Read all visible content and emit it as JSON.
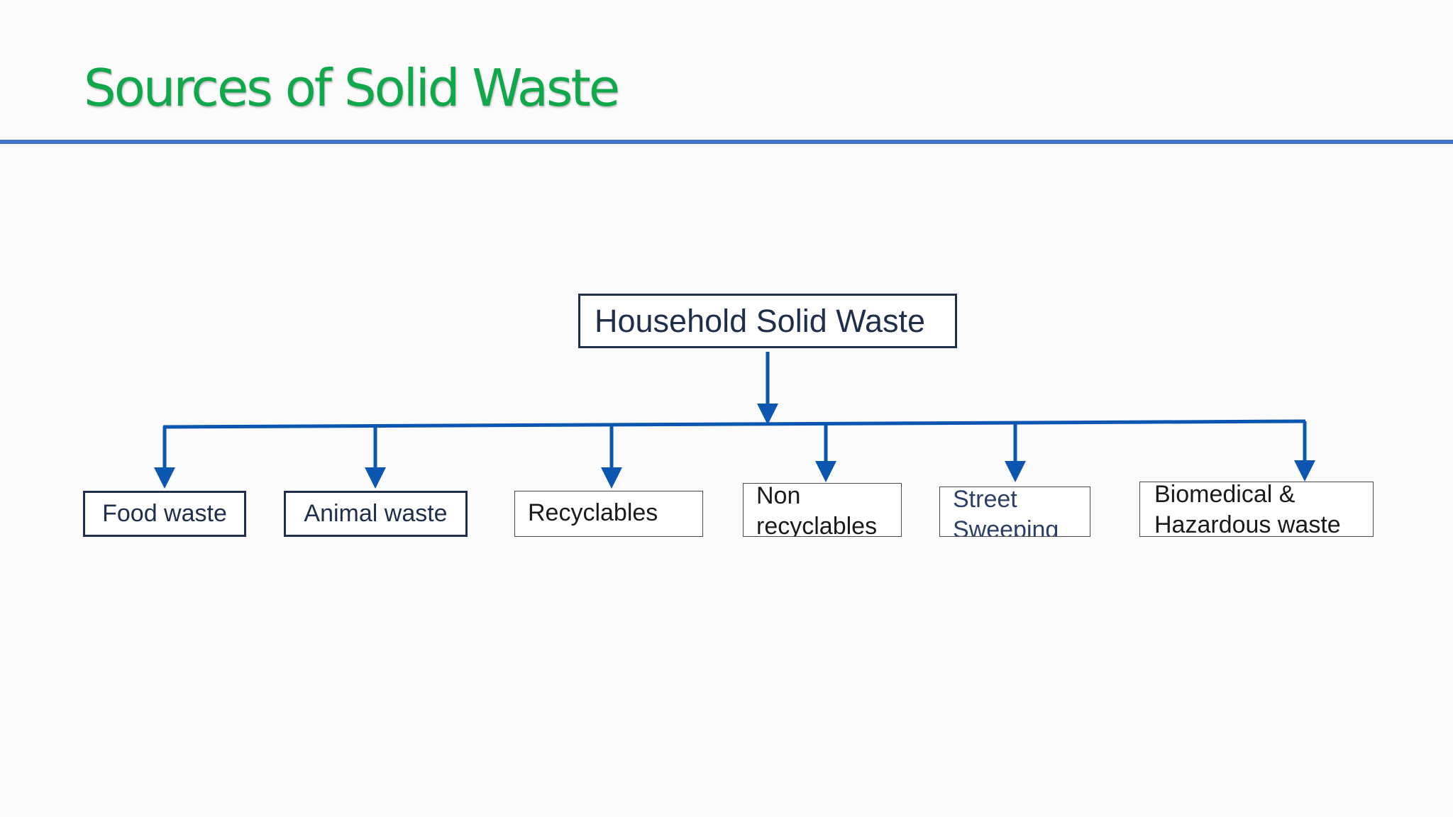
{
  "slide": {
    "title": "Sources of Solid Waste"
  },
  "diagram": {
    "root": "Household Solid Waste",
    "children": [
      {
        "lines": [
          "Food waste"
        ]
      },
      {
        "lines": [
          "Animal waste"
        ]
      },
      {
        "lines": [
          "Recyclables"
        ]
      },
      {
        "lines": [
          "Non",
          "recyclables"
        ]
      },
      {
        "lines": [
          "Street",
          "Sweeping"
        ]
      },
      {
        "lines": [
          "Biomedical &",
          "Hazardous waste"
        ]
      }
    ]
  },
  "colors": {
    "title": "#10a84a",
    "rule": "#4472c4",
    "connector": "#0b56b0",
    "box_border": "#1f2e4a"
  }
}
